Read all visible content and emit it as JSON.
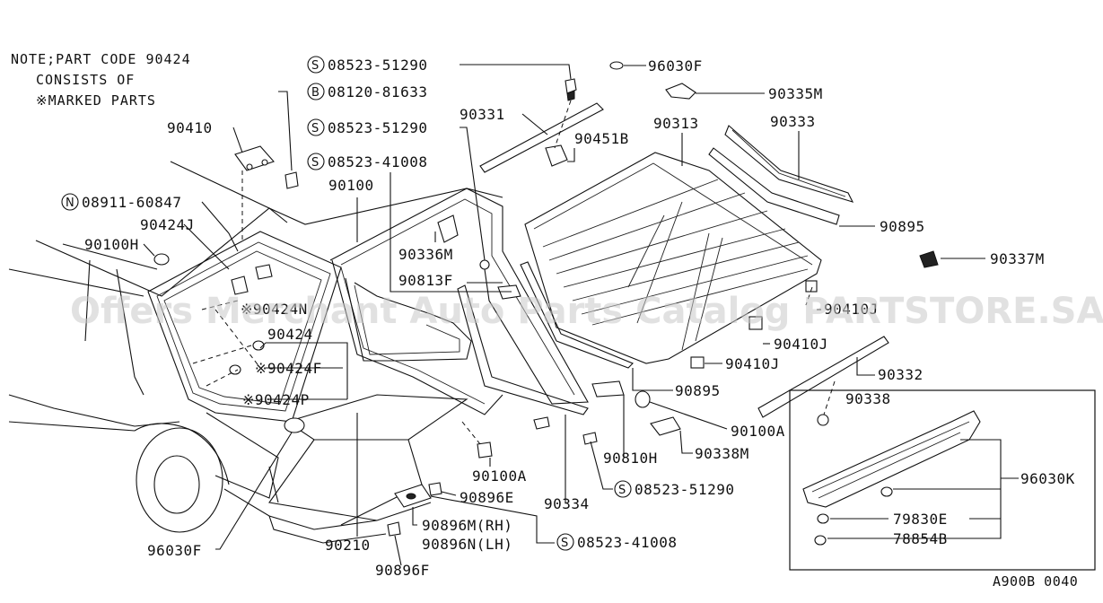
{
  "note": {
    "line1": "NOTE;PART CODE 90424",
    "line2": "CONSISTS OF",
    "line3": "※MARKED PARTS"
  },
  "watermark": "Offers Merchant Auto Parts Catalog PARTSTORE.SA",
  "diagram_code": "A900B 0040",
  "symbols": {
    "S": "S",
    "B": "B",
    "N": "N"
  },
  "labels": {
    "p96030F_top": "96030F",
    "p90335M": "90335M",
    "p08523_51290_a": "08523-51290",
    "p08120_81633": "08120-81633",
    "p08523_51290_b": "08523-51290",
    "p08523_41008_a": "08523-41008",
    "p90331": "90331",
    "p90451B": "90451B",
    "p90313": "90313",
    "p90333": "90333",
    "p90410_a": "90410",
    "p90100": "90100",
    "p08911_60847": "08911-60847",
    "p90424J": "90424J",
    "p90100H": "90100H",
    "p90336M": "90336M",
    "p90813F": "90813F",
    "p90895_a": "90895",
    "p90337M": "90337M",
    "p90424N": "※90424N",
    "p90410J_a": "90410J",
    "p90424": "90424",
    "p90410J_b": "90410J",
    "p90424F": "※90424F",
    "p90410J_c": "90410J",
    "p90424P": "※90424P",
    "p90332": "90332",
    "p90895_b": "90895",
    "p90338": "90338",
    "p90100A_r": "90100A",
    "p90810H": "90810H",
    "p90338M": "90338M",
    "p90100A_l": "90100A",
    "p96030K": "96030K",
    "p90896E": "90896E",
    "p08523_51290_c": "08523-51290",
    "p90334": "90334",
    "p90896M": "90896M(RH)",
    "p79830E": "79830E",
    "p90896N": "90896N(LH)",
    "p08523_41008_b": "08523-41008",
    "p78854B": "78854B",
    "p96030F_bottom": "96030F",
    "p90210": "90210",
    "p90896F": "90896F"
  }
}
